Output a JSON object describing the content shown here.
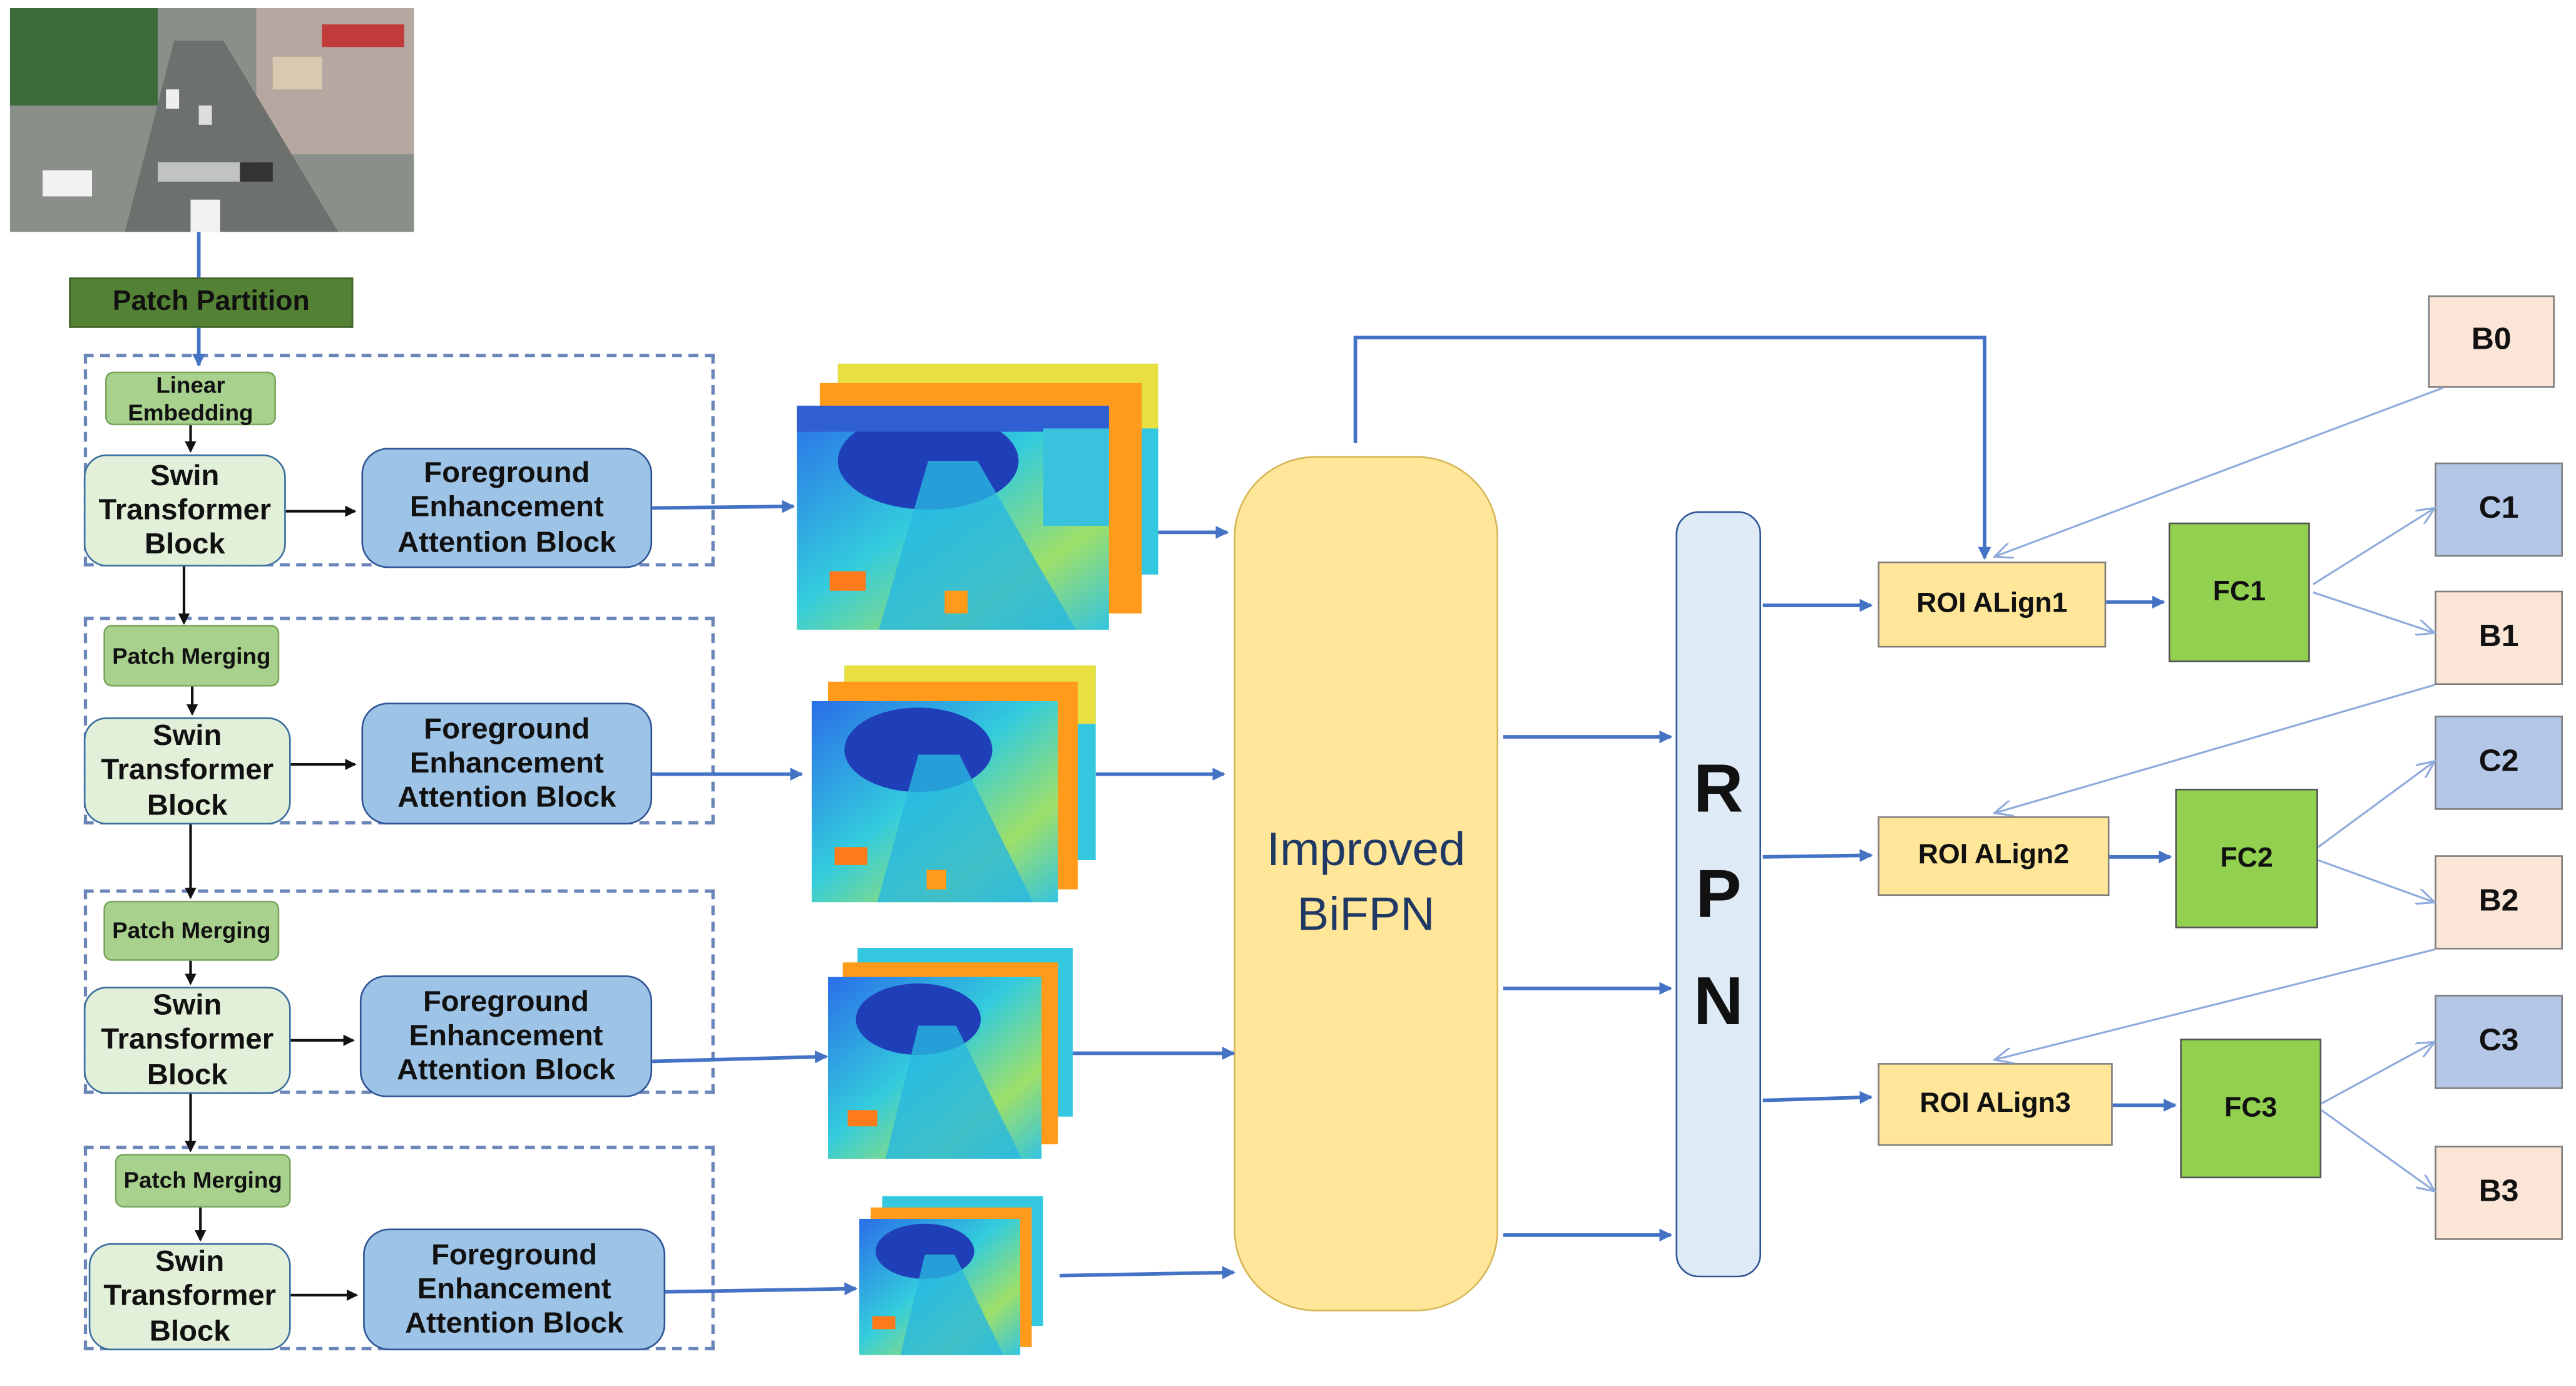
{
  "input_image": {
    "description": "aerial street scene"
  },
  "labels": {
    "patch_partition": "Patch Partition",
    "linear_embedding": "Linear Embedding",
    "patch_merging": "Patch Merging",
    "swin_block": "Swin Transformer Block",
    "fea_block": "Foreground Enhancement Attention  Block",
    "bifpn": "Improved BiFPN",
    "rpn_letters": [
      "R",
      "P",
      "N"
    ],
    "roi": [
      "ROI ALign1",
      "ROI ALign2",
      "ROI ALign3"
    ],
    "fc": [
      "FC1",
      "FC2",
      "FC3"
    ],
    "c": [
      "C1",
      "C2",
      "C3"
    ],
    "b": [
      "B0",
      "B1",
      "B2",
      "B3"
    ]
  },
  "colors": {
    "arrow": "#4472c4",
    "thin_arrow": "#8faadc",
    "heatmap_blue": "#1f4fd0",
    "heatmap_cyan": "#33ccdd",
    "heatmap_yellow": "#e8e040",
    "heatmap_orange": "#ff9a1a"
  }
}
